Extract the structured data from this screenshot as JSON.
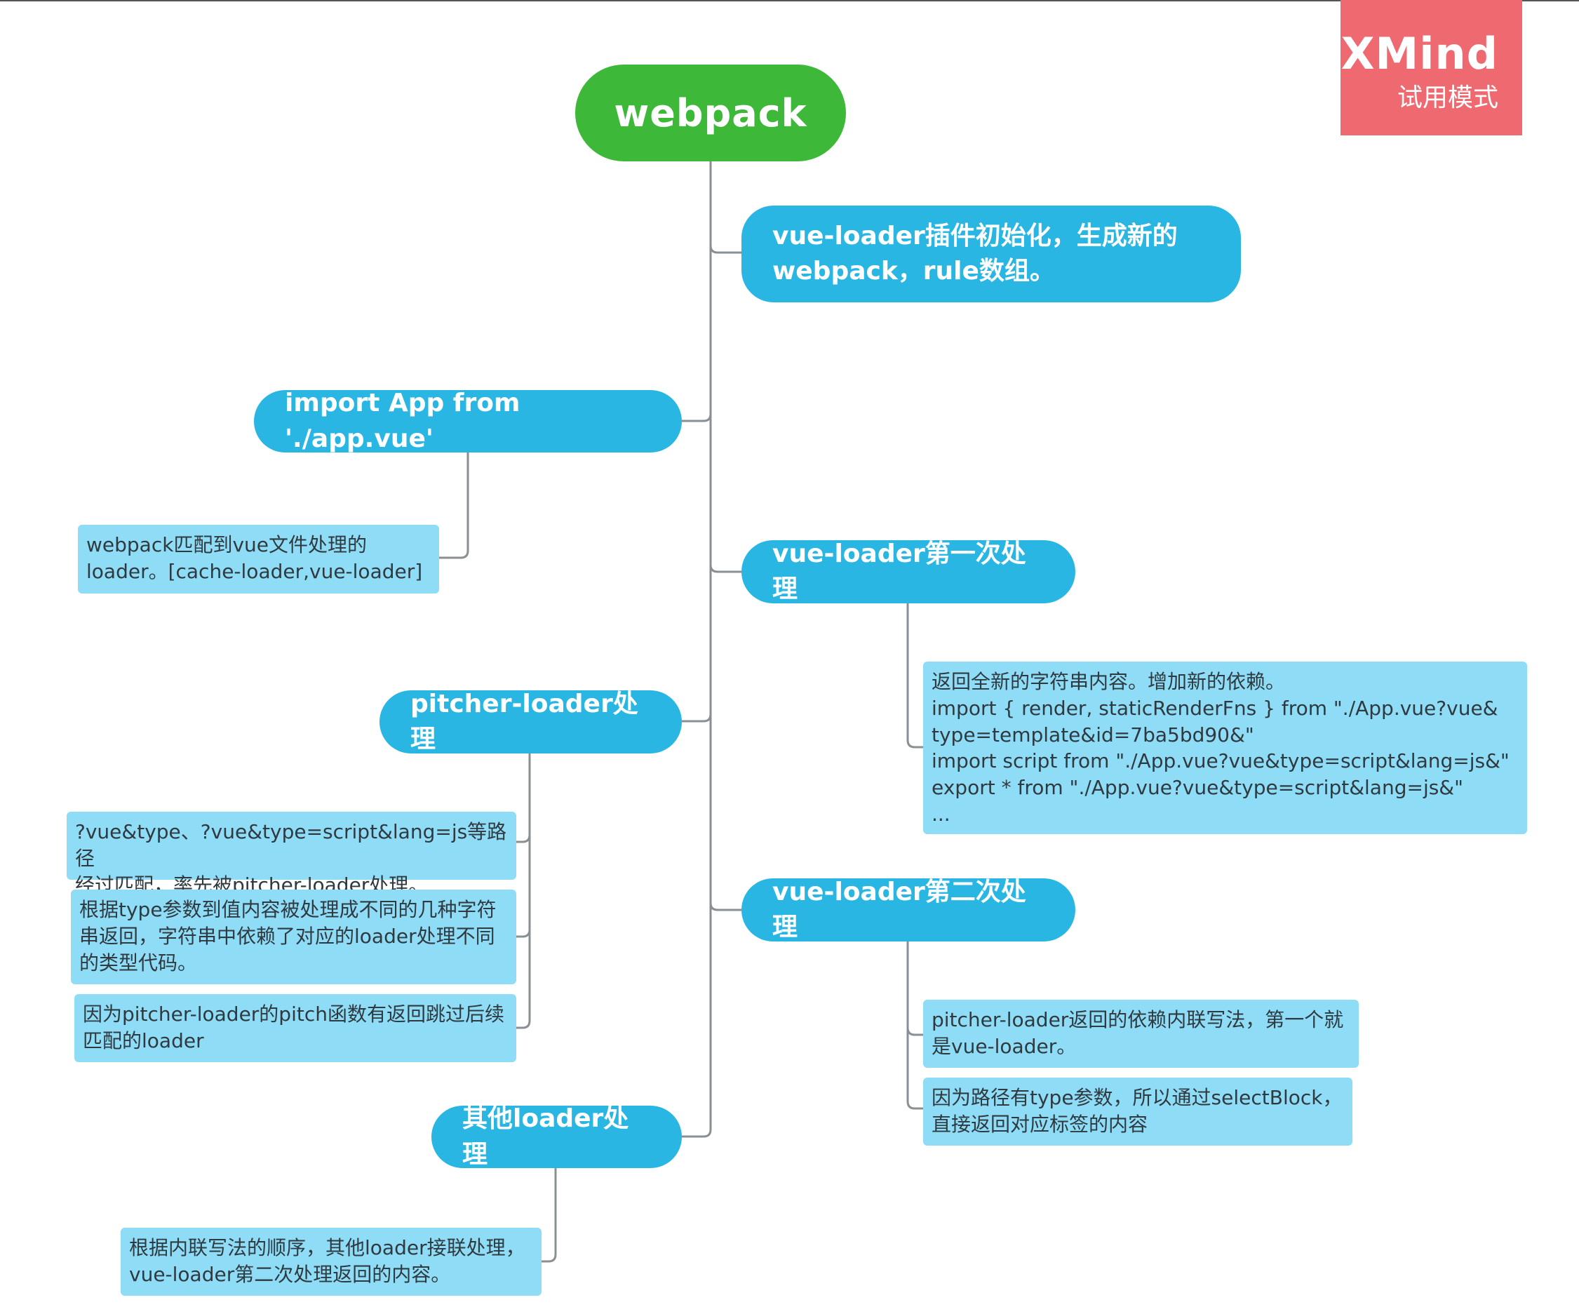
{
  "badge": {
    "title": "XMind",
    "subtitle": "试用模式"
  },
  "root": {
    "label": "webpack"
  },
  "topics": {
    "vue_loader_init": "vue-loader插件初始化，生成新的\nwebpack，rule数组。",
    "import_app": "import App from './app.vue'",
    "vue_loader_first": "vue-loader第一次处理",
    "pitcher_loader": "pitcher-loader处理",
    "vue_loader_second": "vue-loader第二次处理",
    "other_loader": "其他loader处理"
  },
  "notes": {
    "webpack_match": "webpack匹配到vue文件处理的\nloader。[cache-loader,vue-loader]",
    "first_return": "返回全新的字符串内容。增加新的依赖。\nimport { render, staticRenderFns } from \"./App.vue?vue&\ntype=template&id=7ba5bd90&\"\nimport script from \"./App.vue?vue&type=script&lang=js&\"\nexport * from \"./App.vue?vue&type=script&lang=js&\"\n...",
    "pitcher_1": "?vue&type、?vue&type=script&lang=js等路径\n经过匹配，率先被pitcher-loader处理。",
    "pitcher_2": "根据type参数到值内容被处理成不同的几种字符\n串返回，字符串中依赖了对应的loader处理不同\n的类型代码。",
    "pitcher_3": "因为pitcher-loader的pitch函数有返回跳过后续\n匹配的loader",
    "second_1": "pitcher-loader返回的依赖内联写法，第一个就\n是vue-loader。",
    "second_2": "因为路径有type参数，所以通过selectBlock，\n直接返回对应标签的内容",
    "other_1": "根据内联写法的顺序，其他loader接联处理，\nvue-loader第二次处理返回的内容。"
  }
}
